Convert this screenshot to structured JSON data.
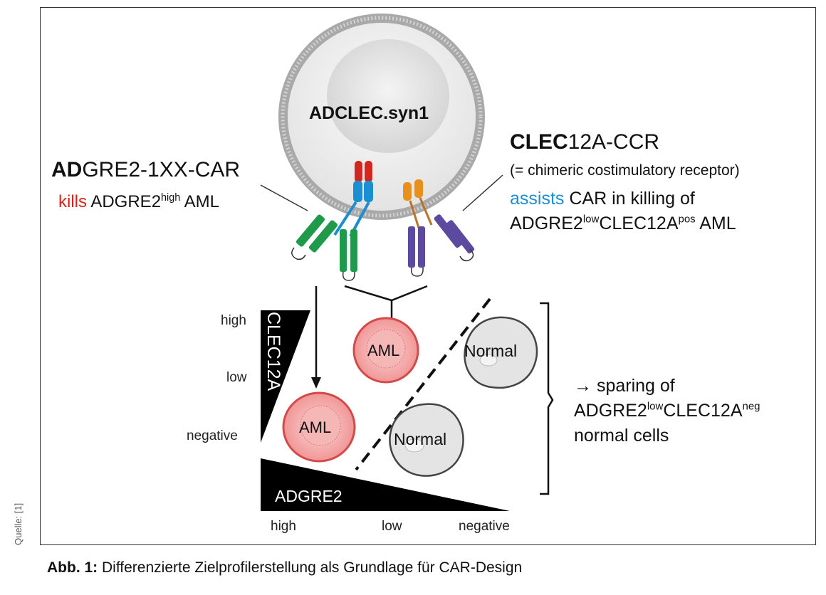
{
  "cell_label": "ADCLEC.syn1",
  "left_receptor": {
    "title_bold": "AD",
    "title_rest": "GRE2-1XX-CAR",
    "desc_red": "kills",
    "desc_text": " ADGRE2",
    "desc_sup": "high",
    "desc_end": " AML"
  },
  "right_receptor": {
    "title_bold": "CLEC",
    "title_rest": "12A-CCR",
    "subtitle": "(= chimeric costimulatory receptor)",
    "desc_blue": "assists",
    "desc_text": " CAR in killing of",
    "line2_a": "ADGRE2",
    "line2_sup1": "low",
    "line2_b": "CLEC12A",
    "line2_sup2": "pos",
    "line2_c": " AML"
  },
  "clec_axis": {
    "name": "CLEC12A",
    "levels": [
      "high",
      "low",
      "negative"
    ]
  },
  "adgre_axis": {
    "name": "ADGRE2",
    "levels": [
      "high",
      "low",
      "negative"
    ]
  },
  "cells": {
    "aml_label": "AML",
    "normal_label": "Normal"
  },
  "sparing": {
    "line1": "→ sparing of",
    "line2_a": "ADGRE2",
    "line2_sup1": "low",
    "line2_b": "CLEC12A",
    "line2_sup2": "neg",
    "line3": "normal cells"
  },
  "source": "Quelle: [1]",
  "caption": {
    "label": "Abb. 1:",
    "text": " Differenzierte Zielprofilerstellung als Grundlage für CAR-Design"
  },
  "colors": {
    "car_red": "#d9231d",
    "car_blue": "#1b8fd2",
    "green": "#1f9a4a",
    "orange": "#e8901c",
    "purple": "#5b4aa0",
    "aml_fill": "#f2a0a0",
    "aml_stroke": "#d34a4a",
    "normal_fill": "#e4e4e4"
  }
}
